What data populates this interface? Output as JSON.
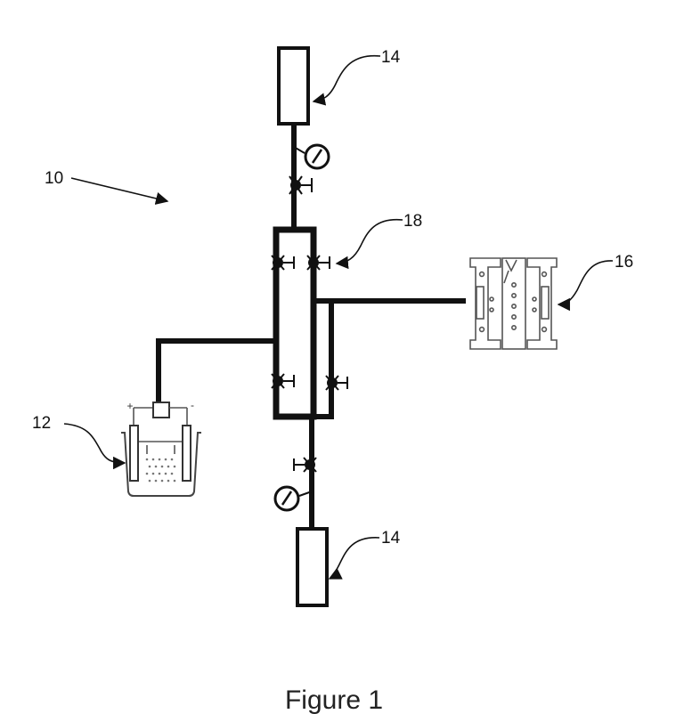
{
  "labels": {
    "system": "10",
    "electrolyzer": "12",
    "cylinder_top": "14",
    "cylinder_bottom": "14",
    "reactor": "16",
    "valve": "18"
  },
  "electrolyzer_terminals": {
    "positive": "+",
    "negative": "-"
  },
  "caption": "Figure 1"
}
